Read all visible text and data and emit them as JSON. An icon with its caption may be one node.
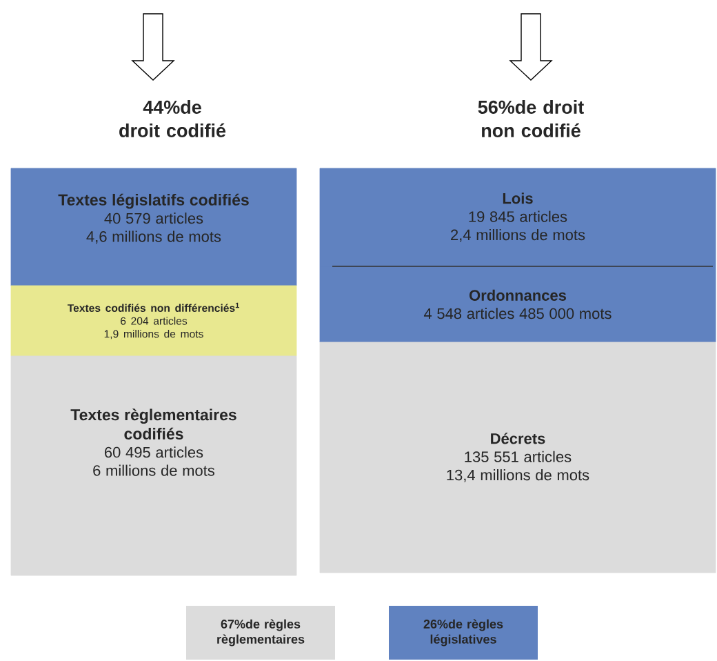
{
  "diagram": {
    "nodes": [
      {
        "text": [
          "Textes législatifs codifiés",
          "40 579 articles 4,6 millions de mots"
        ]
      },
      {
        "text": [
          "Textes codifiés non différenciés$^{1}$",
          "6 204 articles 1,9 millions de mots"
        ]
      },
      {
        "text": [
          "Textes règlementaires codifiés",
          "60 495 articles 6 millions de mots"
        ]
      },
      {
        "text": [
          "Lois",
          "19 845 articles 2,4 millions de mots"
        ]
      },
      {
        "text": [
          "Ordonnances",
          "4 548 articles 485 000 mots"
        ]
      },
      {
        "text": [
          "Décrets",
          "135 551 articles 13,4 millions de mots"
        ]
      }
    ],
    "labels": [
      "44%de droit codifié",
      "56%de droit non codifié"
    ],
    "legend": [
      {
        "text": "67%de règles règlementaires",
        "color": "#dcdcdc"
      },
      {
        "text": "26%de règles législatives",
        "color": "#6082c0"
      }
    ]
  }
}
